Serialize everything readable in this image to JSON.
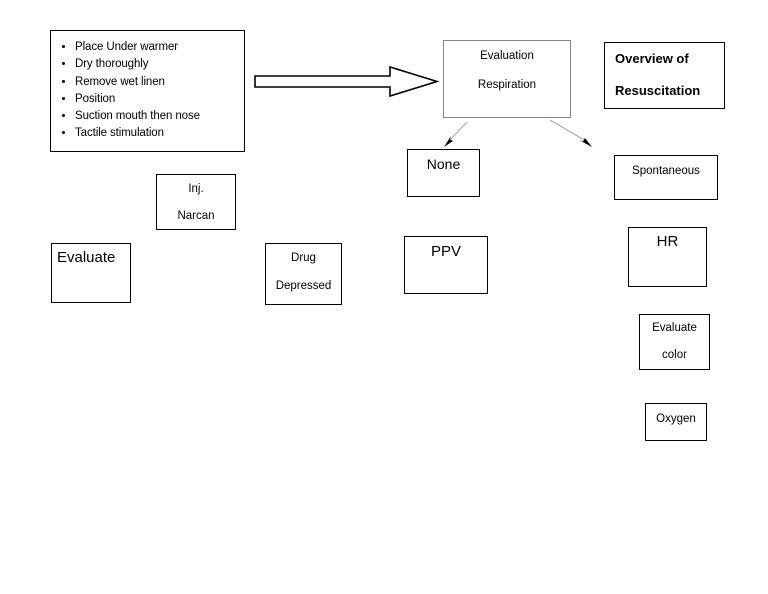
{
  "diagram": {
    "title": "Overview of Resuscitation",
    "background_color": "#ffffff",
    "default_border_color": "#000000",
    "accent_border_color": "#848484",
    "nodes": {
      "initial_steps": {
        "name": "initial-steps",
        "bullets": [
          "Place Under warmer",
          "Dry thoroughly",
          "Remove wet linen",
          "Position",
          "Suction mouth then nose",
          "Tactile stimulation"
        ]
      },
      "evaluation": {
        "name": "evaluation",
        "line1": "Evaluation",
        "line2": "Respiration",
        "border_color": "#848484"
      },
      "title_box": {
        "name": "title",
        "line1": "Overview of",
        "line2": "Resuscitation"
      },
      "none": {
        "name": "none",
        "label": "None"
      },
      "spontaneous": {
        "name": "spontaneous",
        "label": "Spontaneous"
      },
      "narcan": {
        "name": "narcan",
        "line1": "Inj.",
        "line2": "Narcan"
      },
      "evaluate": {
        "name": "evaluate",
        "label": "Evaluate"
      },
      "drug_depressed": {
        "name": "drug-depressed",
        "line1": "Drug",
        "line2": "Depressed"
      },
      "ppv": {
        "name": "ppv",
        "label": "PPV"
      },
      "hr": {
        "name": "hr",
        "label": "HR"
      },
      "evaluate_color": {
        "name": "evaluate-color",
        "line1": "Evaluate",
        "line2": "color"
      },
      "oxygen": {
        "name": "oxygen",
        "label": "Oxygen"
      }
    },
    "connectors": [
      {
        "name": "block-arrow-initial-to-evaluation",
        "style": "hollow-block-arrow",
        "from": "initial_steps",
        "to": "evaluation",
        "color": "#000000"
      },
      {
        "name": "arrow-evaluation-to-none",
        "style": "thin-line-arrow",
        "from": "evaluation",
        "to": "none",
        "color": "#a6a6a6"
      },
      {
        "name": "arrow-evaluation-to-spontaneous",
        "style": "thin-line-arrow",
        "from": "evaluation",
        "to": "spontaneous",
        "color": "#a6a6a6"
      }
    ]
  }
}
